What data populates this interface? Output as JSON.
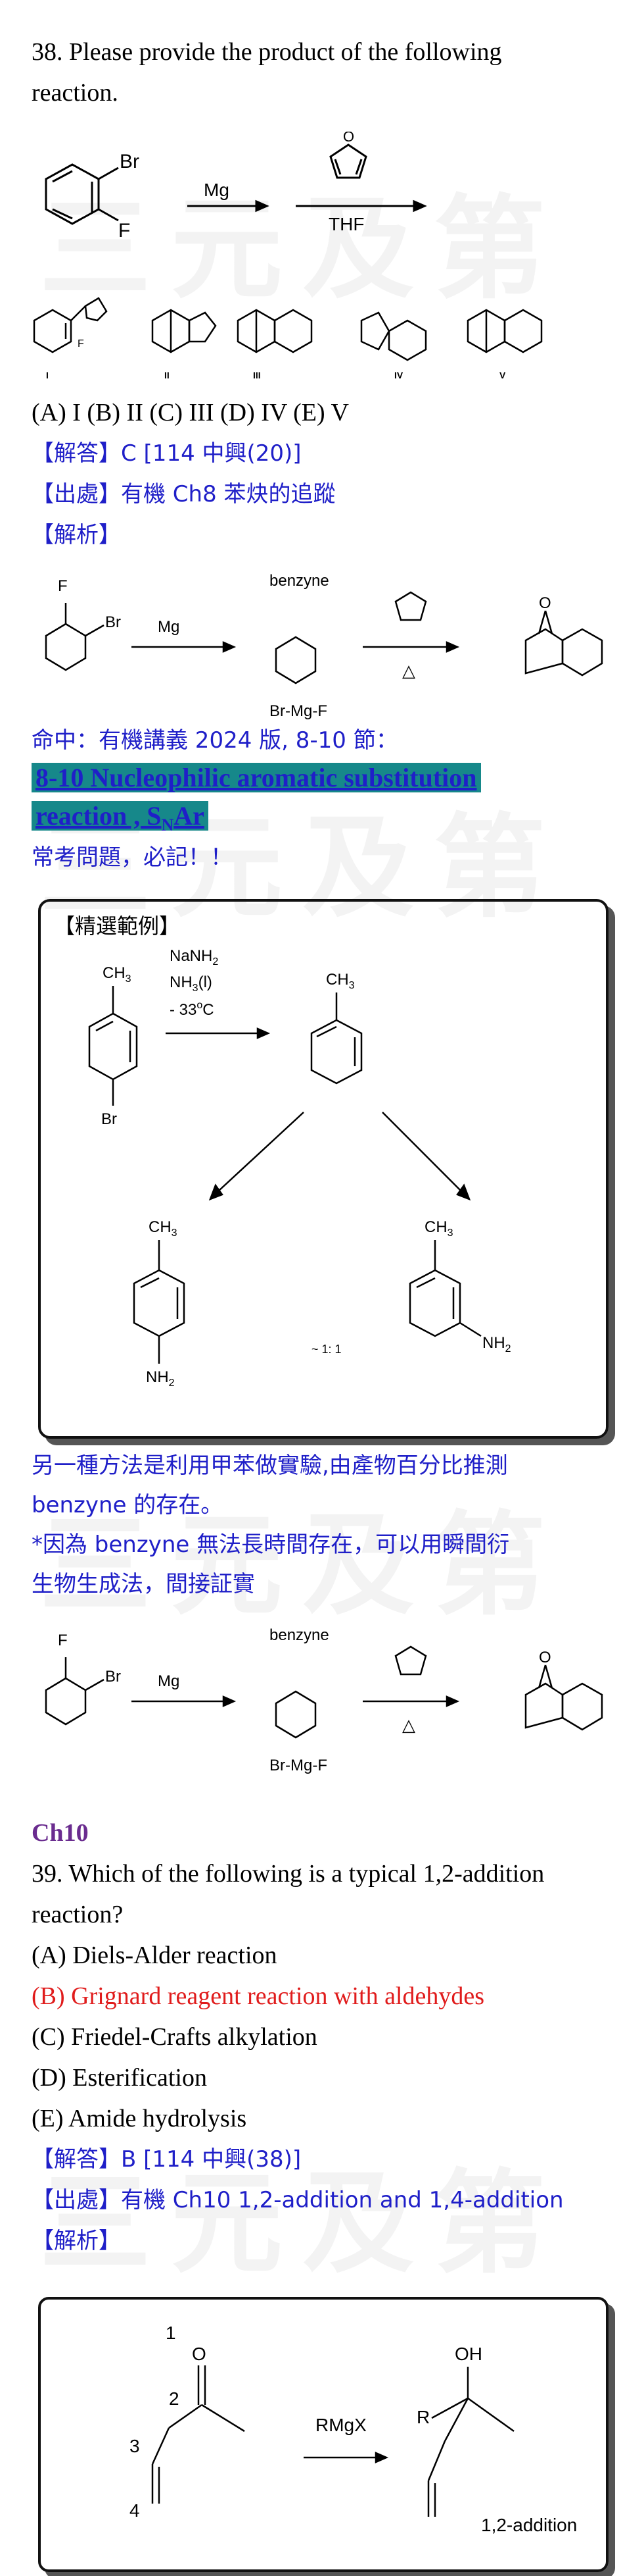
{
  "q38": {
    "line1": "38. Please provide the product of the following",
    "line2": "reaction.",
    "reagent_top": "Mg",
    "reagent_bottom": "THF",
    "sub_Br": "Br",
    "sub_F": "F",
    "option_labels": [
      "I",
      "II",
      "III",
      "IV",
      "V"
    ],
    "choices": "(A) I     (B) II     (C) III     (D) IV     (E) V",
    "answer": "【解答】C     [114 中興(20)]",
    "source": "【出處】有機 Ch8     苯炔的追蹤",
    "analysis": "【解析】"
  },
  "mech": {
    "benzyne": "benzyne",
    "mg": "Mg",
    "brmgf": "Br-Mg-F",
    "f": "F",
    "br": "Br",
    "delta": "△"
  },
  "hit": {
    "text": "命中：有機講義 2024 版, 8-10  節：",
    "heading1": "8-10 Nucleophilic aromatic substitution",
    "heading2": "reaction , S",
    "heading2_sub": "N",
    "heading2_tail": "Ar",
    "note": "常考問題，必記！！"
  },
  "example": {
    "title": "【精選範例】",
    "ch3": "CH",
    "ch3_sub": "3",
    "reagent1": "NaNH",
    "reagent1_sub": "2",
    "reagent2": "NH",
    "reagent2_sub": "3",
    "reagent2_tail": "(l)",
    "reagent3": "- 33",
    "reagent3_sup": "o",
    "reagent3_tail": "C",
    "br": "Br",
    "nh2": "NH",
    "nh2_sub": "2",
    "ratio": "~ 1: 1"
  },
  "after_box": {
    "line1": "另一種方法是利用甲苯做實驗,由產物百分比推測",
    "line2": "benzyne 的存在。",
    "line3": "*因為 benzyne 無法長時間存在，可以用瞬間衍",
    "line4": "生物生成法，間接証實"
  },
  "q39": {
    "chapter": "Ch10",
    "line1": "39. Which of the following is a typical 1,2-addition",
    "line2": "reaction?",
    "choice_a": "(A) Diels-Alder reaction",
    "choice_b": "(B) Grignard reagent reaction with aldehydes",
    "choice_c": "(C) Friedel-Crafts alkylation",
    "choice_d": "(D) Esterification",
    "choice_e": "(E) Amide hydrolysis",
    "answer": "【解答】B     [114 中興(38)]",
    "source": "【出處】有機 Ch10    1,2-addition and 1,4-addition",
    "analysis": "【解析】"
  },
  "box2": {
    "n1": "1",
    "n2": "2",
    "n3": "3",
    "n4": "4",
    "o": "O",
    "oh": "OH",
    "r": "R",
    "reagent": "RMgX",
    "label": "1,2-addition"
  },
  "watermark": "三元及第"
}
